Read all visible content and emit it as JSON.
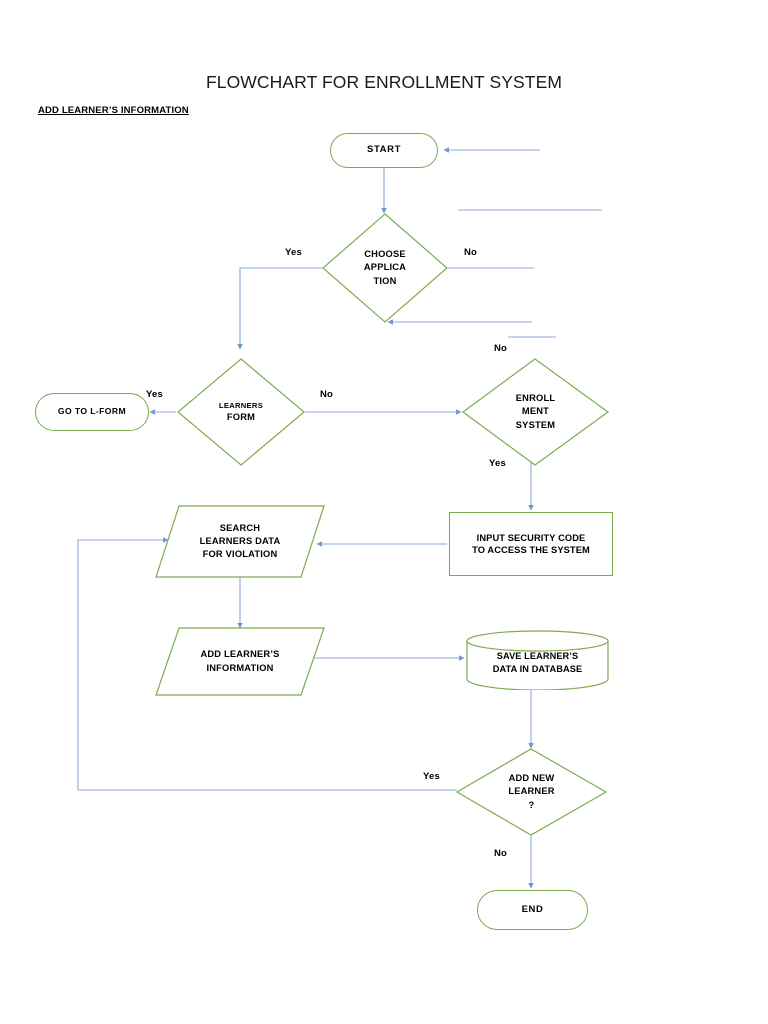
{
  "document": {
    "title": "FLOWCHART FOR ENROLLMENT SYSTEM",
    "section_heading": "ADD LEARNER’S INFORMATION"
  },
  "colors": {
    "shape_border": "#7DAB52",
    "connector": "#8FAADC",
    "text": "#000000",
    "background": "#ffffff"
  },
  "chart_data": {
    "type": "diagram",
    "diagram_kind": "flowchart",
    "title": "FLOWCHART FOR ENROLLMENT SYSTEM",
    "subtitle": "ADD LEARNER’S INFORMATION",
    "nodes": [
      {
        "id": "start",
        "label": "START",
        "shape": "terminator"
      },
      {
        "id": "choose_application",
        "label": "CHOOSE APPLICA TION",
        "line1": "CHOOSE",
        "line2": "APPLICA",
        "line3": "TION",
        "shape": "decision"
      },
      {
        "id": "learners_form",
        "label": "LEARNERS FORM",
        "line1": "LEARNERS",
        "line2": "FORM",
        "shape": "decision"
      },
      {
        "id": "goto_lform",
        "label": "GO TO L-FORM",
        "shape": "terminator"
      },
      {
        "id": "enrollment_system",
        "label": "ENROLL MENT SYSTEM",
        "line1": "ENROLL",
        "line2": "MENT",
        "line3": "SYSTEM",
        "shape": "decision"
      },
      {
        "id": "input_security_code",
        "label": "INPUT SECURITY CODE TO ACCESS THE SYSTEM",
        "line1": "INPUT SECURITY CODE",
        "line2": "TO ACCESS THE SYSTEM",
        "shape": "process"
      },
      {
        "id": "search_learners_data",
        "label": "SEARCH LEARNERS DATA FOR VIOLATION",
        "line1": "SEARCH",
        "line2": "LEARNERS DATA",
        "line3": "FOR VIOLATION",
        "shape": "data-parallelogram"
      },
      {
        "id": "add_learners_information",
        "label": "ADD LEARNER’S INFORMATION",
        "line1": "ADD LEARNER’S",
        "line2": "INFORMATION",
        "shape": "data-parallelogram"
      },
      {
        "id": "save_learners_data",
        "label": "SAVE LEARNER’S DATA IN DATABASE",
        "line1": "SAVE LEARNER’S",
        "line2": "DATA IN DATABASE",
        "shape": "database-cylinder"
      },
      {
        "id": "add_new_learner",
        "label": "ADD NEW LEARNER ?",
        "line1": "ADD NEW",
        "line2": "LEARNER",
        "line3": "?",
        "shape": "decision"
      },
      {
        "id": "end",
        "label": "END",
        "shape": "terminator"
      }
    ],
    "edges": [
      {
        "from": "start",
        "to": "choose_application",
        "label": ""
      },
      {
        "from": "choose_application",
        "to": "learners_form",
        "label": "Yes"
      },
      {
        "from": "choose_application",
        "to": "",
        "label": "No"
      },
      {
        "from": "learners_form",
        "to": "goto_lform",
        "label": "Yes"
      },
      {
        "from": "learners_form",
        "to": "enrollment_system",
        "label": "No"
      },
      {
        "from": "enrollment_system",
        "to": "",
        "label": "No"
      },
      {
        "from": "enrollment_system",
        "to": "input_security_code",
        "label": "Yes"
      },
      {
        "from": "input_security_code",
        "to": "search_learners_data",
        "label": ""
      },
      {
        "from": "search_learners_data",
        "to": "add_learners_information",
        "label": ""
      },
      {
        "from": "add_learners_information",
        "to": "save_learners_data",
        "label": ""
      },
      {
        "from": "save_learners_data",
        "to": "add_new_learner",
        "label": ""
      },
      {
        "from": "add_new_learner",
        "to": "search_learners_data",
        "label": "Yes"
      },
      {
        "from": "add_new_learner",
        "to": "end",
        "label": "No"
      }
    ],
    "edge_labels": {
      "choose_yes": "Yes",
      "choose_no": "No",
      "learners_yes": "Yes",
      "learners_no": "No",
      "enrollment_no": "No",
      "enrollment_yes": "Yes",
      "add_new_yes": "Yes",
      "add_new_no": "No"
    }
  }
}
